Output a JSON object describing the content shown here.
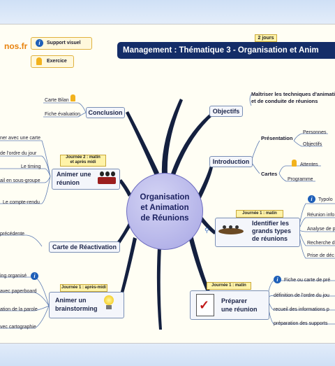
{
  "logo": {
    "text": "nos.fr"
  },
  "legend": {
    "support": "Support visuel",
    "exercise": "Exercice"
  },
  "header": {
    "duration": "2 jours",
    "title": "Management : Thématique 3 - Organisation et Anim"
  },
  "center": {
    "line1": "Organisation",
    "line2": "et Animation",
    "line3": "de Réunions"
  },
  "conclusion": {
    "label": "Conclusion",
    "items": [
      "Carte Bilan",
      "Fiche évaluation"
    ]
  },
  "animer_reunion": {
    "label_line1": "Animer une",
    "label_line2": "réunion",
    "tag_line1": "Journée 2 : matin",
    "tag_line2": "et après midi",
    "items": [
      "ner avec une carte",
      "de l'ordre du jour",
      "Le timing",
      "ail en sous-groupe",
      "Le compte-rendu"
    ]
  },
  "reactivation": {
    "label": "Carte de Réactivation",
    "item": "précédente"
  },
  "brainstorming": {
    "label_line1": "Animer un",
    "label_line2": "brainstorming",
    "tag": "Journée 1 : après-midi",
    "items": [
      "ing organisé",
      "avec paperboard",
      "ation de la parole",
      "vec cartographie"
    ]
  },
  "objectifs": {
    "label": "Objectifs",
    "item_line1": "Maîtriser les techniques d'animati",
    "item_line2": "et de conduite de réunions"
  },
  "introduction": {
    "label": "Introduction",
    "presentation": "Présentation",
    "personnes": "Personnes",
    "objectifs": "Objectifs",
    "cartes": "Cartes",
    "attentes": "Attentes",
    "programme": "Programme"
  },
  "types": {
    "tag": "Journée 1 : matin",
    "label_line1": "Identifier les",
    "label_line2": "grands types",
    "label_line3": "de réunions",
    "items": [
      "Typolo",
      "Réunion info",
      "Analyse de p",
      "Recherche d",
      "Prise de déc"
    ]
  },
  "preparer": {
    "tag": "Journée 1 : matin",
    "label_line1": "Préparer",
    "label_line2": "une réunion",
    "items": [
      "Fiche ou carte de pré",
      "définition de l'ordre du jou",
      "recueil des informations p",
      "préparation des supports"
    ]
  }
}
